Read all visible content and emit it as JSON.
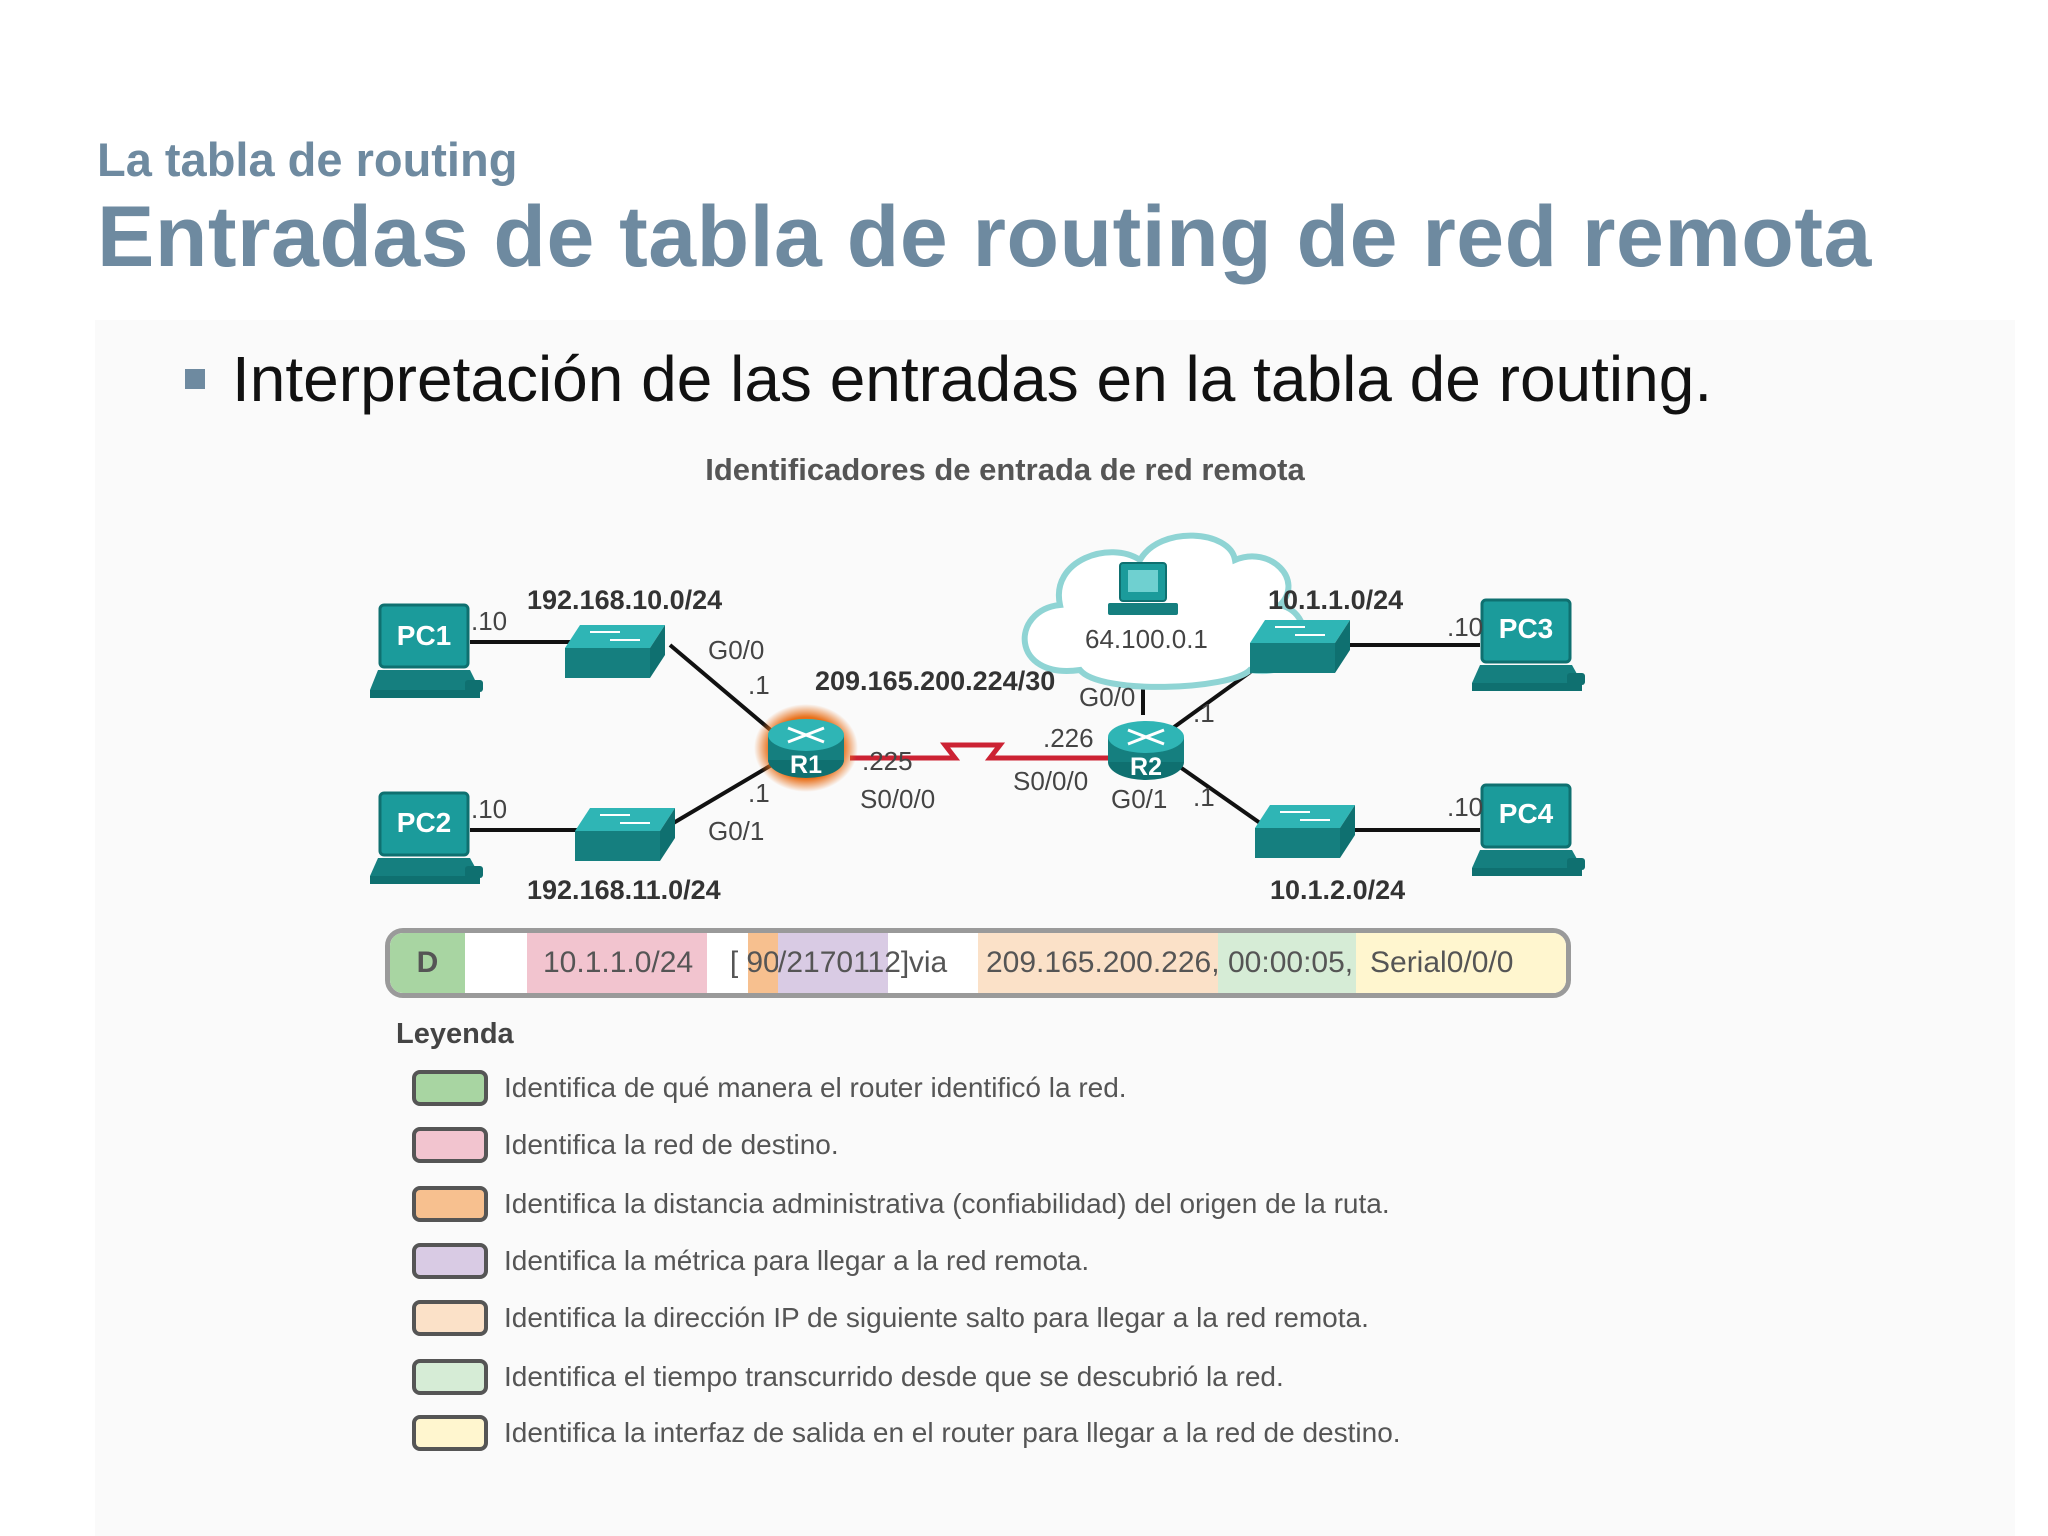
{
  "header": {
    "section_title": "La tabla de routing",
    "main_title": "Entradas de tabla de routing de red remota"
  },
  "bullet": {
    "text": "Interpretación de las entradas en la tabla de routing."
  },
  "figure": {
    "title": "Identificadores de entrada de red remota",
    "devices": {
      "pc1": "PC1",
      "pc2": "PC2",
      "pc3": "PC3",
      "pc4": "PC4",
      "r1": "R1",
      "r2": "R2"
    },
    "labels": {
      "net_left_top": "192.168.10.0/24",
      "net_left_bottom": "192.168.11.0/24",
      "net_right_top": "10.1.1.0/24",
      "net_right_bottom": "10.1.2.0/24",
      "wan_net": "209.165.200.224/30",
      "cloud_ip": "64.100.0.1",
      "pc1_host": ".10",
      "pc2_host": ".10",
      "pc3_host": ".10",
      "pc4_host": ".10",
      "r1_g00": "G0/0",
      "r1_g00_ip": ".1",
      "r1_g01": "G0/1",
      "r1_g01_ip": ".1",
      "r1_s000_ip": ".225",
      "r1_s000": "S0/0/0",
      "r2_s000_ip": ".226",
      "r2_s000": "S0/0/0",
      "r2_g00": "G0/0",
      "r2_g00_ip": ".1",
      "r2_g01": "G0/1",
      "r2_g01_ip": ".1"
    },
    "colors": {
      "device": "#1b9b9b",
      "device_dark": "#0f7070",
      "r1_glow": "#e8701a",
      "serial_link": "#cc2233",
      "cloud": "#8fd4d4"
    }
  },
  "entry": {
    "code": "D",
    "network": "10.1.1.0/24",
    "bracket_open": "[",
    "ad": "90",
    "metric": "/2170112]",
    "via": "via",
    "next_hop": "209.165.200.226,",
    "time": "00:00:05,",
    "interface": "Serial0/0/0",
    "colors": {
      "code": "#a8d5a2",
      "network": "#f2c4cf",
      "ad": "#f7c08f",
      "metric": "#d9cbe4",
      "next_hop": "#fbe1c8",
      "time": "#d6ecd6",
      "interface": "#fff6cf"
    }
  },
  "legend": {
    "title": "Leyenda",
    "items": [
      {
        "color": "#a8d5a2",
        "text": "Identifica de qué manera el router identificó la red."
      },
      {
        "color": "#f2c4cf",
        "text": "Identifica la red de destino."
      },
      {
        "color": "#f7c08f",
        "text": "Identifica la distancia administrativa (confiabilidad) del origen de la ruta."
      },
      {
        "color": "#d9cbe4",
        "text": "Identifica la métrica para llegar a la red remota."
      },
      {
        "color": "#fbe1c8",
        "text": "Identifica la dirección IP de siguiente salto para llegar a la red remota."
      },
      {
        "color": "#d6ecd6",
        "text": "Identifica el tiempo transcurrido desde que se descubrió la red."
      },
      {
        "color": "#fff6cf",
        "text": "Identifica la interfaz de salida en el router para llegar a la red de destino."
      }
    ]
  }
}
